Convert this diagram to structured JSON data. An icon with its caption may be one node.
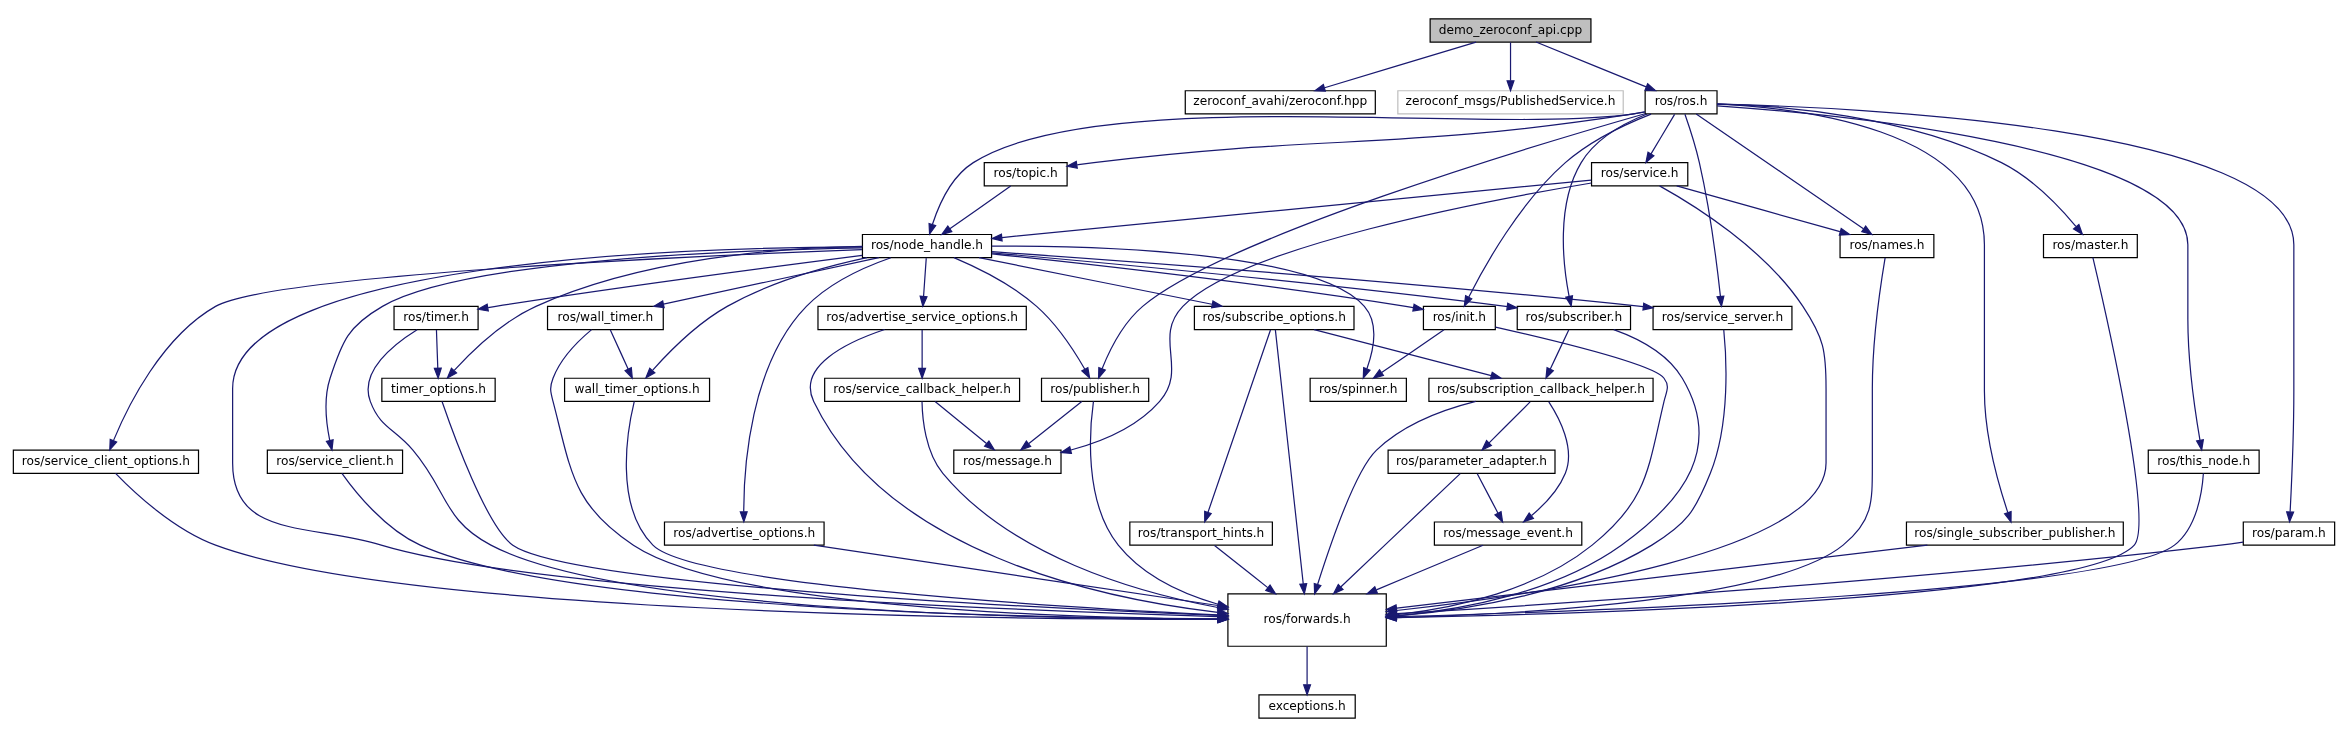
{
  "diagram": {
    "nodes": [
      {
        "text": [
          "demo_zeroconf_api.cpp"
        ]
      },
      {
        "text": [
          "zeroconf_avahi/zeroconf.hpp"
        ]
      },
      {
        "text": [
          "zeroconf_msgs/PublishedService.h"
        ]
      },
      {
        "text": [
          "ros/ros.h"
        ]
      },
      {
        "text": [
          "ros/topic.h"
        ]
      },
      {
        "text": [
          "ros/service.h"
        ]
      },
      {
        "text": [
          "ros/param.h"
        ]
      },
      {
        "text": [
          "ros/node_handle.h"
        ]
      },
      {
        "text": [
          "ros/names.h"
        ]
      },
      {
        "text": [
          "ros/single_subscriber_publisher.h"
        ]
      },
      {
        "text": [
          "ros/master.h"
        ]
      },
      {
        "text": [
          "ros/timer.h"
        ]
      },
      {
        "text": [
          "ros/wall_timer.h"
        ]
      },
      {
        "text": [
          "ros/advertise_service_options.h"
        ]
      },
      {
        "text": [
          "ros/subscribe_options.h"
        ]
      },
      {
        "text": [
          "ros/init.h"
        ]
      },
      {
        "text": [
          "ros/subscriber.h"
        ]
      },
      {
        "text": [
          "ros/service_server.h"
        ]
      },
      {
        "text": [
          "timer_options.h"
        ]
      },
      {
        "text": [
          "wall_timer_options.h"
        ]
      },
      {
        "text": [
          "ros/service_callback_helper.h"
        ]
      },
      {
        "text": [
          "ros/publisher.h"
        ]
      },
      {
        "text": [
          "ros/spinner.h"
        ]
      },
      {
        "text": [
          "ros/subscription_callback_helper.h"
        ]
      },
      {
        "text": [
          "ros/service_client_options.h"
        ]
      },
      {
        "text": [
          "ros/service_client.h"
        ]
      },
      {
        "text": [
          "ros/message.h"
        ]
      },
      {
        "text": [
          "ros/advertise_options.h"
        ]
      },
      {
        "text": [
          "ros/parameter_adapter.h"
        ]
      },
      {
        "text": [
          "ros/transport_hints.h"
        ]
      },
      {
        "text": [
          "ros/message_event.h"
        ]
      },
      {
        "text": [
          "ros/this_node.h"
        ]
      },
      {
        "text": [
          "ros/forwards.h"
        ]
      },
      {
        "text": [
          "exceptions.h"
        ]
      }
    ],
    "edges": [
      {
        "from": 0,
        "to": 1,
        "arrow": "to"
      },
      {
        "from": 0,
        "to": 2,
        "arrow": "to"
      },
      {
        "from": 0,
        "to": 3,
        "arrow": "to"
      },
      {
        "from": 3,
        "to": 7,
        "arrow": "to"
      },
      {
        "from": 7,
        "to": 32,
        "arrow": "to"
      },
      {
        "from": 32,
        "to": 33,
        "arrow": "to"
      },
      {
        "from": 7,
        "to": 21,
        "arrow": "to"
      },
      {
        "from": 21,
        "to": 32,
        "arrow": "to"
      },
      {
        "from": 21,
        "to": 26,
        "arrow": "to"
      },
      {
        "from": 7,
        "to": 16,
        "arrow": "to"
      },
      {
        "from": 16,
        "to": 32,
        "arrow": "to"
      },
      {
        "from": 16,
        "to": 23,
        "arrow": "to"
      },
      {
        "from": 23,
        "to": 32,
        "arrow": "to"
      },
      {
        "from": 23,
        "to": 28,
        "arrow": "to"
      },
      {
        "from": 28,
        "to": 32,
        "arrow": "to"
      },
      {
        "from": 28,
        "to": 30,
        "arrow": "to"
      },
      {
        "from": 30,
        "to": 32,
        "arrow": "to"
      },
      {
        "from": 23,
        "to": 30,
        "arrow": "to"
      },
      {
        "from": 7,
        "to": 17,
        "arrow": "to"
      },
      {
        "from": 17,
        "to": 32,
        "arrow": "to"
      },
      {
        "from": 7,
        "to": 25,
        "arrow": "to"
      },
      {
        "from": 25,
        "to": 32,
        "arrow": "to"
      },
      {
        "from": 7,
        "to": 11,
        "arrow": "to"
      },
      {
        "from": 11,
        "to": 32,
        "arrow": "to"
      },
      {
        "from": 11,
        "to": 18,
        "arrow": "to"
      },
      {
        "from": 18,
        "to": 32,
        "arrow": "to"
      },
      {
        "from": 7,
        "to": 12,
        "arrow": "to"
      },
      {
        "from": 12,
        "to": 32,
        "arrow": "to"
      },
      {
        "from": 12,
        "to": 19,
        "arrow": "to"
      },
      {
        "from": 19,
        "to": 32,
        "arrow": "to"
      },
      {
        "from": 7,
        "to": 27,
        "arrow": "to"
      },
      {
        "from": 27,
        "to": 32,
        "arrow": "to"
      },
      {
        "from": 7,
        "to": 13,
        "arrow": "to"
      },
      {
        "from": 13,
        "to": 20,
        "arrow": "to"
      },
      {
        "from": 20,
        "to": 32,
        "arrow": "to"
      },
      {
        "from": 20,
        "to": 26,
        "arrow": "to"
      },
      {
        "from": 13,
        "to": 32,
        "arrow": "to"
      },
      {
        "from": 7,
        "to": 14,
        "arrow": "to"
      },
      {
        "from": 14,
        "to": 32,
        "arrow": "to"
      },
      {
        "from": 14,
        "to": 29,
        "arrow": "to"
      },
      {
        "from": 29,
        "to": 32,
        "arrow": "to"
      },
      {
        "from": 14,
        "to": 23,
        "arrow": "to"
      },
      {
        "from": 7,
        "to": 24,
        "arrow": "to"
      },
      {
        "from": 24,
        "to": 32,
        "arrow": "to"
      },
      {
        "from": 7,
        "to": 18,
        "arrow": "to"
      },
      {
        "from": 7,
        "to": 19,
        "arrow": "to"
      },
      {
        "from": 7,
        "to": 22,
        "arrow": "to"
      },
      {
        "from": 7,
        "to": 15,
        "arrow": "to"
      },
      {
        "from": 15,
        "to": 32,
        "arrow": "to"
      },
      {
        "from": 15,
        "to": 22,
        "arrow": "to"
      },
      {
        "from": 3,
        "to": 21,
        "arrow": "to"
      },
      {
        "from": 3,
        "to": 9,
        "arrow": "to"
      },
      {
        "from": 9,
        "to": 32,
        "arrow": "to"
      },
      {
        "from": 3,
        "to": 17,
        "arrow": "to"
      },
      {
        "from": 3,
        "to": 16,
        "arrow": "to"
      },
      {
        "from": 3,
        "to": 5,
        "arrow": "to"
      },
      {
        "from": 5,
        "to": 26,
        "arrow": "to"
      },
      {
        "from": 5,
        "to": 32,
        "arrow": "to"
      },
      {
        "from": 5,
        "to": 7,
        "arrow": "to"
      },
      {
        "from": 5,
        "to": 8,
        "arrow": "to"
      },
      {
        "from": 8,
        "to": 32,
        "arrow": "to"
      },
      {
        "from": 3,
        "to": 15,
        "arrow": "to"
      },
      {
        "from": 3,
        "to": 10,
        "arrow": "to"
      },
      {
        "from": 10,
        "to": 32,
        "arrow": "to"
      },
      {
        "from": 3,
        "to": 31,
        "arrow": "to"
      },
      {
        "from": 31,
        "to": 32,
        "arrow": "to"
      },
      {
        "from": 3,
        "to": 6,
        "arrow": "to"
      },
      {
        "from": 6,
        "to": 32,
        "arrow": "to"
      },
      {
        "from": 3,
        "to": 4,
        "arrow": "to"
      },
      {
        "from": 4,
        "to": 7,
        "arrow": "to"
      },
      {
        "from": 3,
        "to": 8,
        "arrow": "to"
      }
    ]
  }
}
